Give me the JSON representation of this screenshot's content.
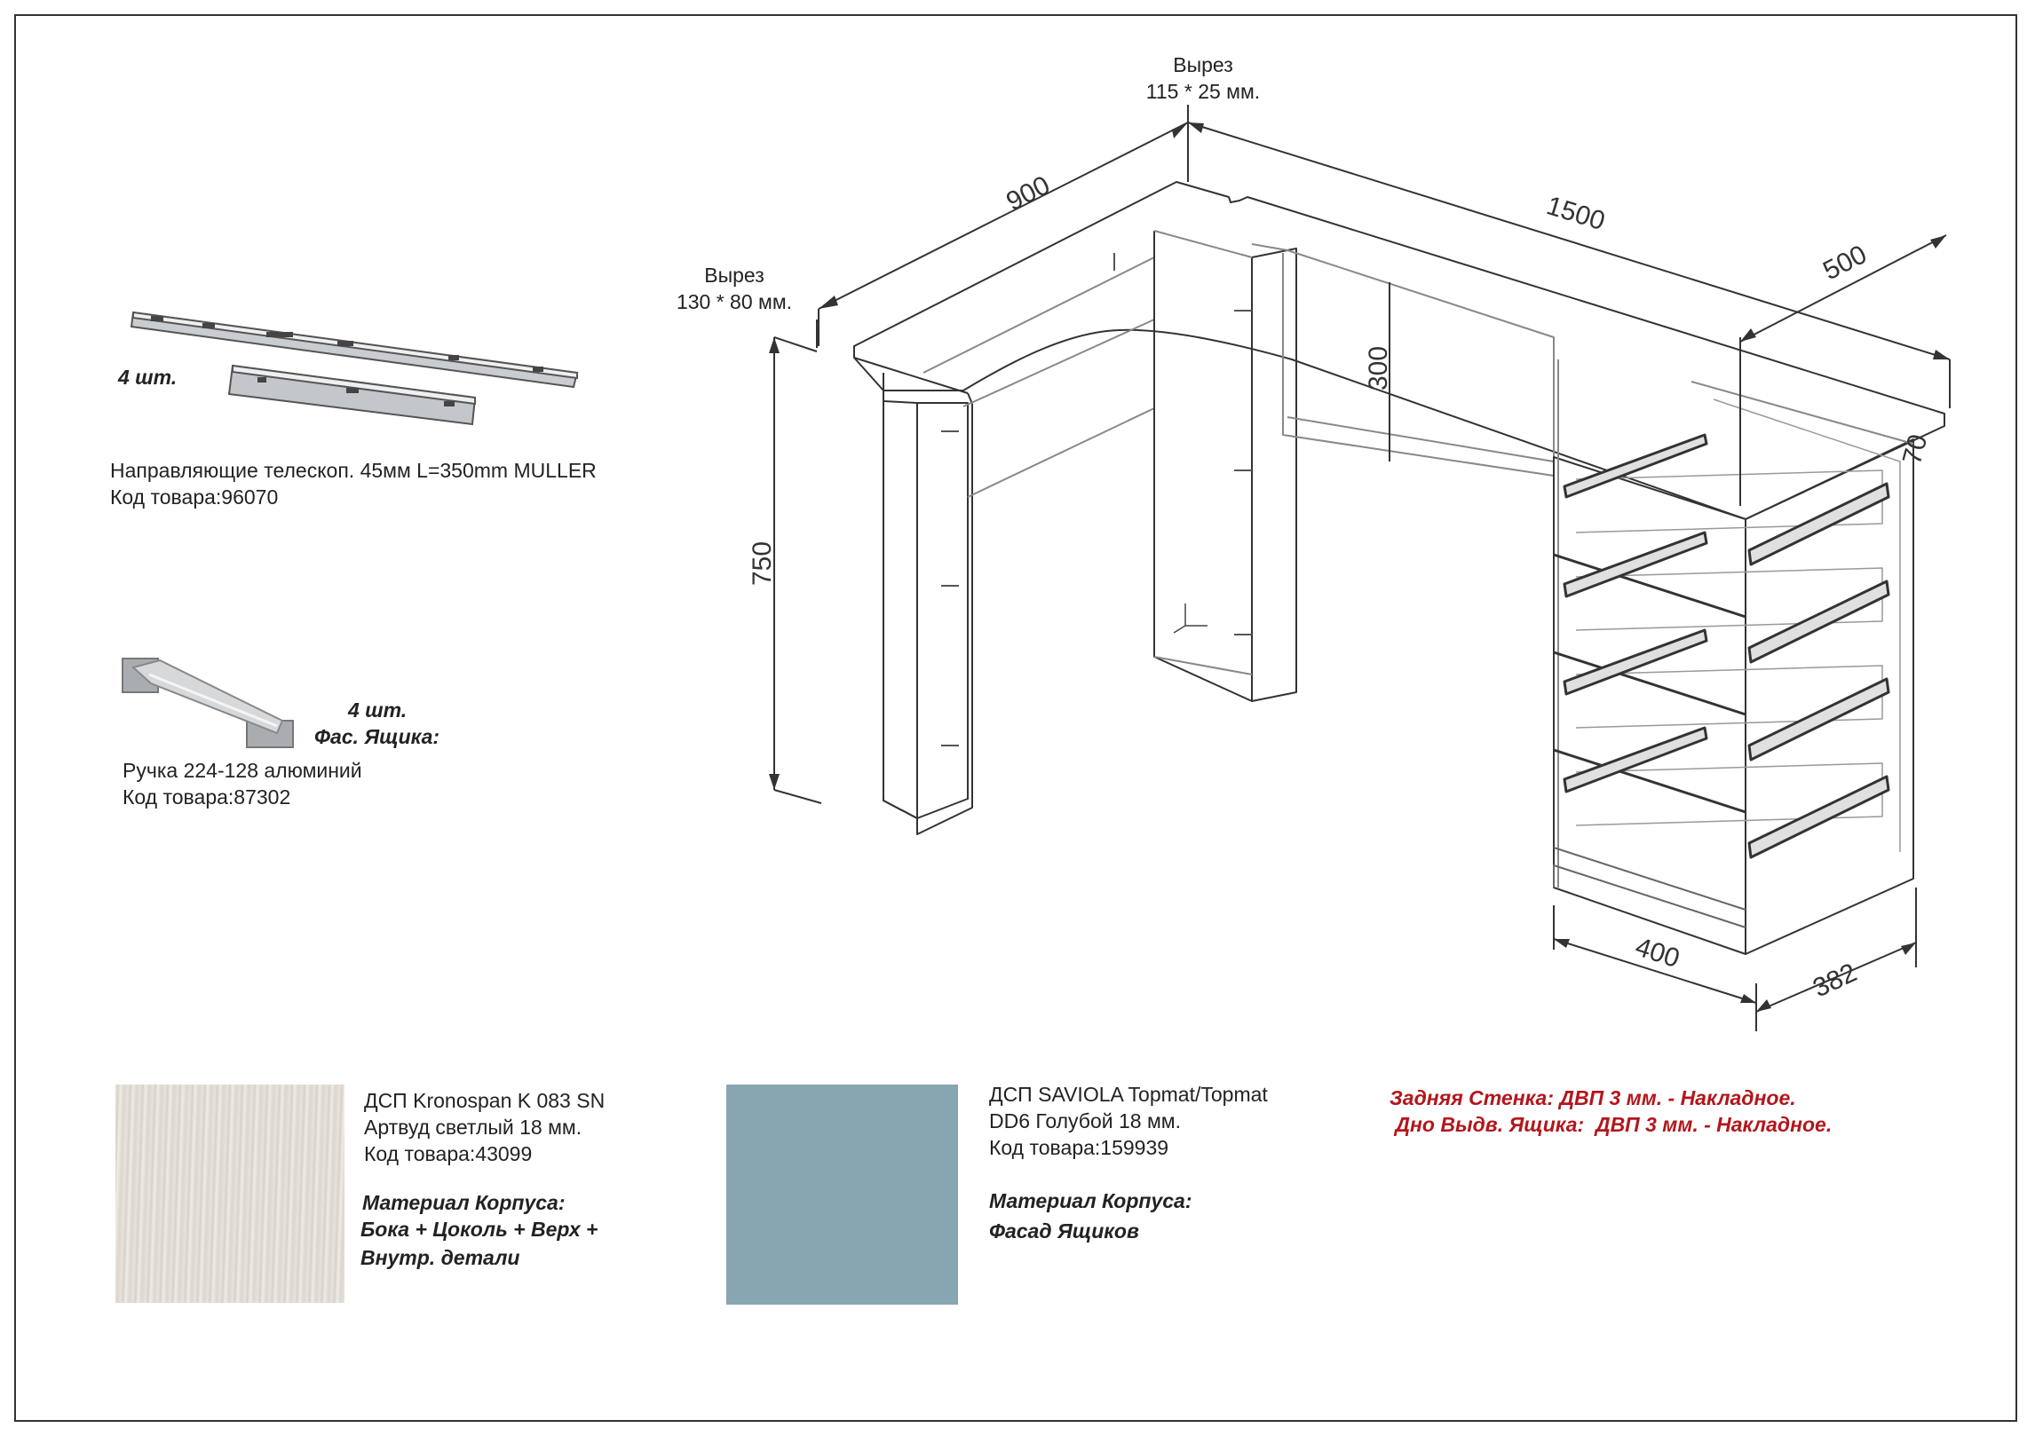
{
  "colors": {
    "swatch_body": "#e3ddd6",
    "swatch_facade": "#87a6b1",
    "note_red": "#b3161b"
  },
  "dimensions": {
    "d900": "900",
    "d1500": "1500",
    "d500": "500",
    "d750": "750",
    "d300": "300",
    "d70": "70",
    "d400": "400",
    "d382": "382"
  },
  "cutout_top": {
    "line1": "Вырез",
    "line2": "115 * 25 мм."
  },
  "cutout_left": {
    "line1": "Вырез",
    "line2": "130 * 80 мм."
  },
  "rails": {
    "qty": "4 шт.",
    "name": "Направляющие телескоп. 45мм L=350mm MULLER",
    "code": "Код товара:96070"
  },
  "handle": {
    "qty": "4 шт.",
    "purpose": "Фас. Ящика:",
    "name": "Ручка 224-128 алюминий",
    "code": "Код товара:87302"
  },
  "material_body": {
    "line1": "ДСП Kronospan K 083 SN",
    "line2": "Артвуд светлый 18 мм.",
    "code": "Код товара:43099",
    "title": "Материал Корпуса:",
    "parts1": "Бока + Цоколь + Верх +",
    "parts2": "Внутр. детали"
  },
  "material_facade": {
    "line1": "ДСП SAVIOLA Topmat/Topmat",
    "line2": "DD6 Голубой 18 мм.",
    "code": "Код товара:159939",
    "title": "Материал Корпуса:",
    "parts1": "Фасад Ящиков"
  },
  "notes": {
    "line1": "Задняя Стенка:  ДВП 3 мм. - Накладное.",
    "line2": " Дно Выдв. Ящика:  ДВП 3 мм. - Накладное."
  }
}
